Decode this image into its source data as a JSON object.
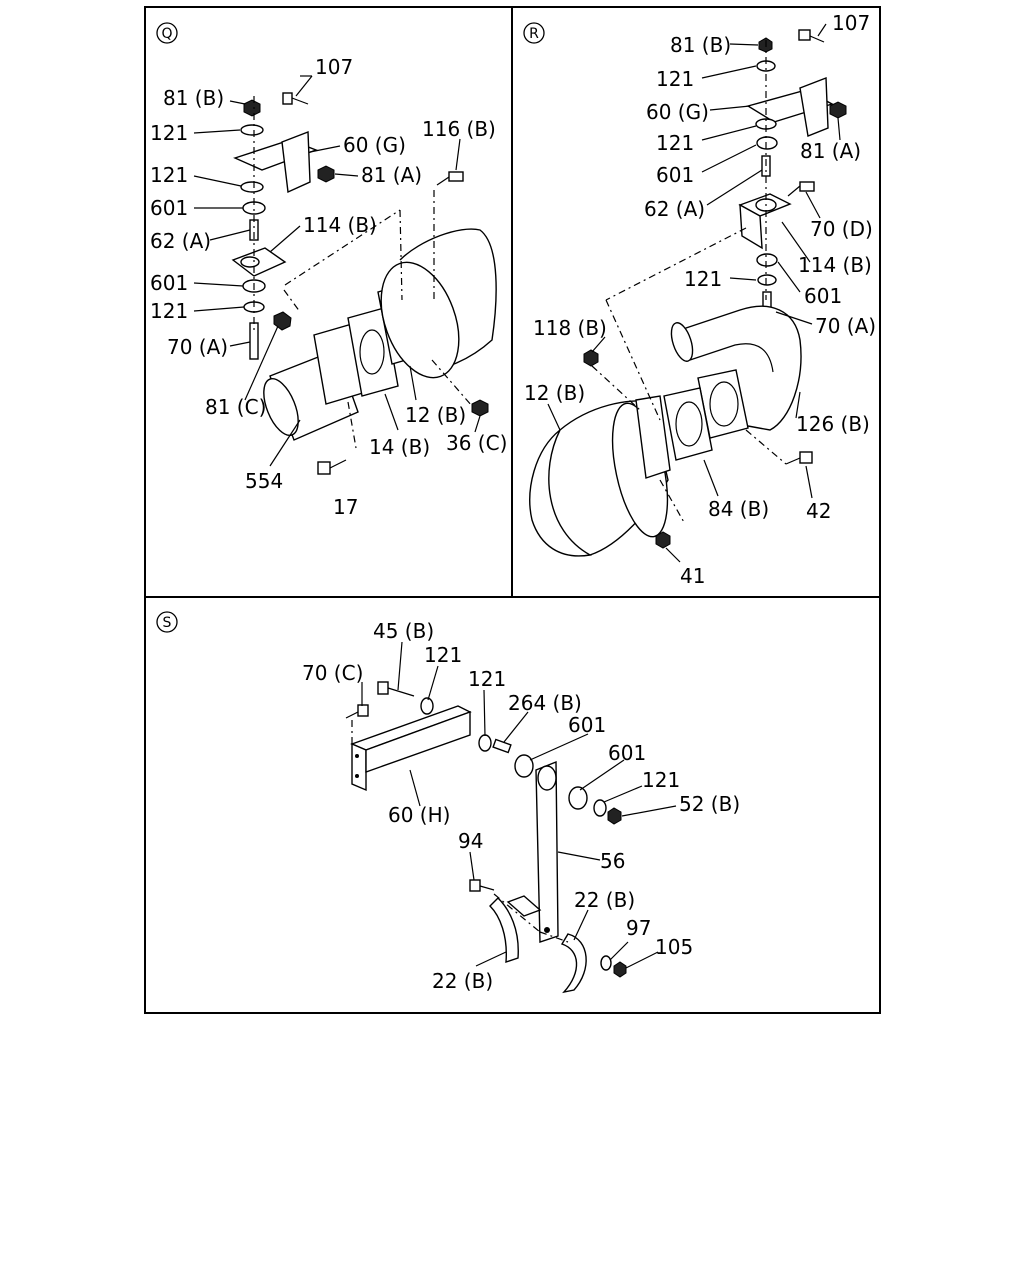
{
  "panels": {
    "q": {
      "letter": "Q",
      "labels": [
        "107",
        "81 (B)",
        "121",
        "60 (G)",
        "116 (B)",
        "121",
        "81 (A)",
        "601",
        "114 (B)",
        "62 (A)",
        "601",
        "121",
        "70 (A)",
        "81 (C)",
        "12 (B)",
        "14 (B)",
        "36 (C)",
        "554",
        "17"
      ]
    },
    "r": {
      "letter": "R",
      "labels": [
        "107",
        "81 (B)",
        "121",
        "60 (G)",
        "121",
        "81 (A)",
        "601",
        "62 (A)",
        "70 (D)",
        "114 (B)",
        "121",
        "601",
        "70 (A)",
        "118 (B)",
        "12 (B)",
        "126 (B)",
        "84 (B)",
        "42",
        "41"
      ]
    },
    "s": {
      "letter": "S",
      "labels": [
        "45 (B)",
        "121",
        "70 (C)",
        "121",
        "264 (B)",
        "601",
        "601",
        "121",
        "52 (B)",
        "60 (H)",
        "56",
        "94",
        "22 (B)",
        "97",
        "105",
        "22 (B)"
      ]
    }
  }
}
